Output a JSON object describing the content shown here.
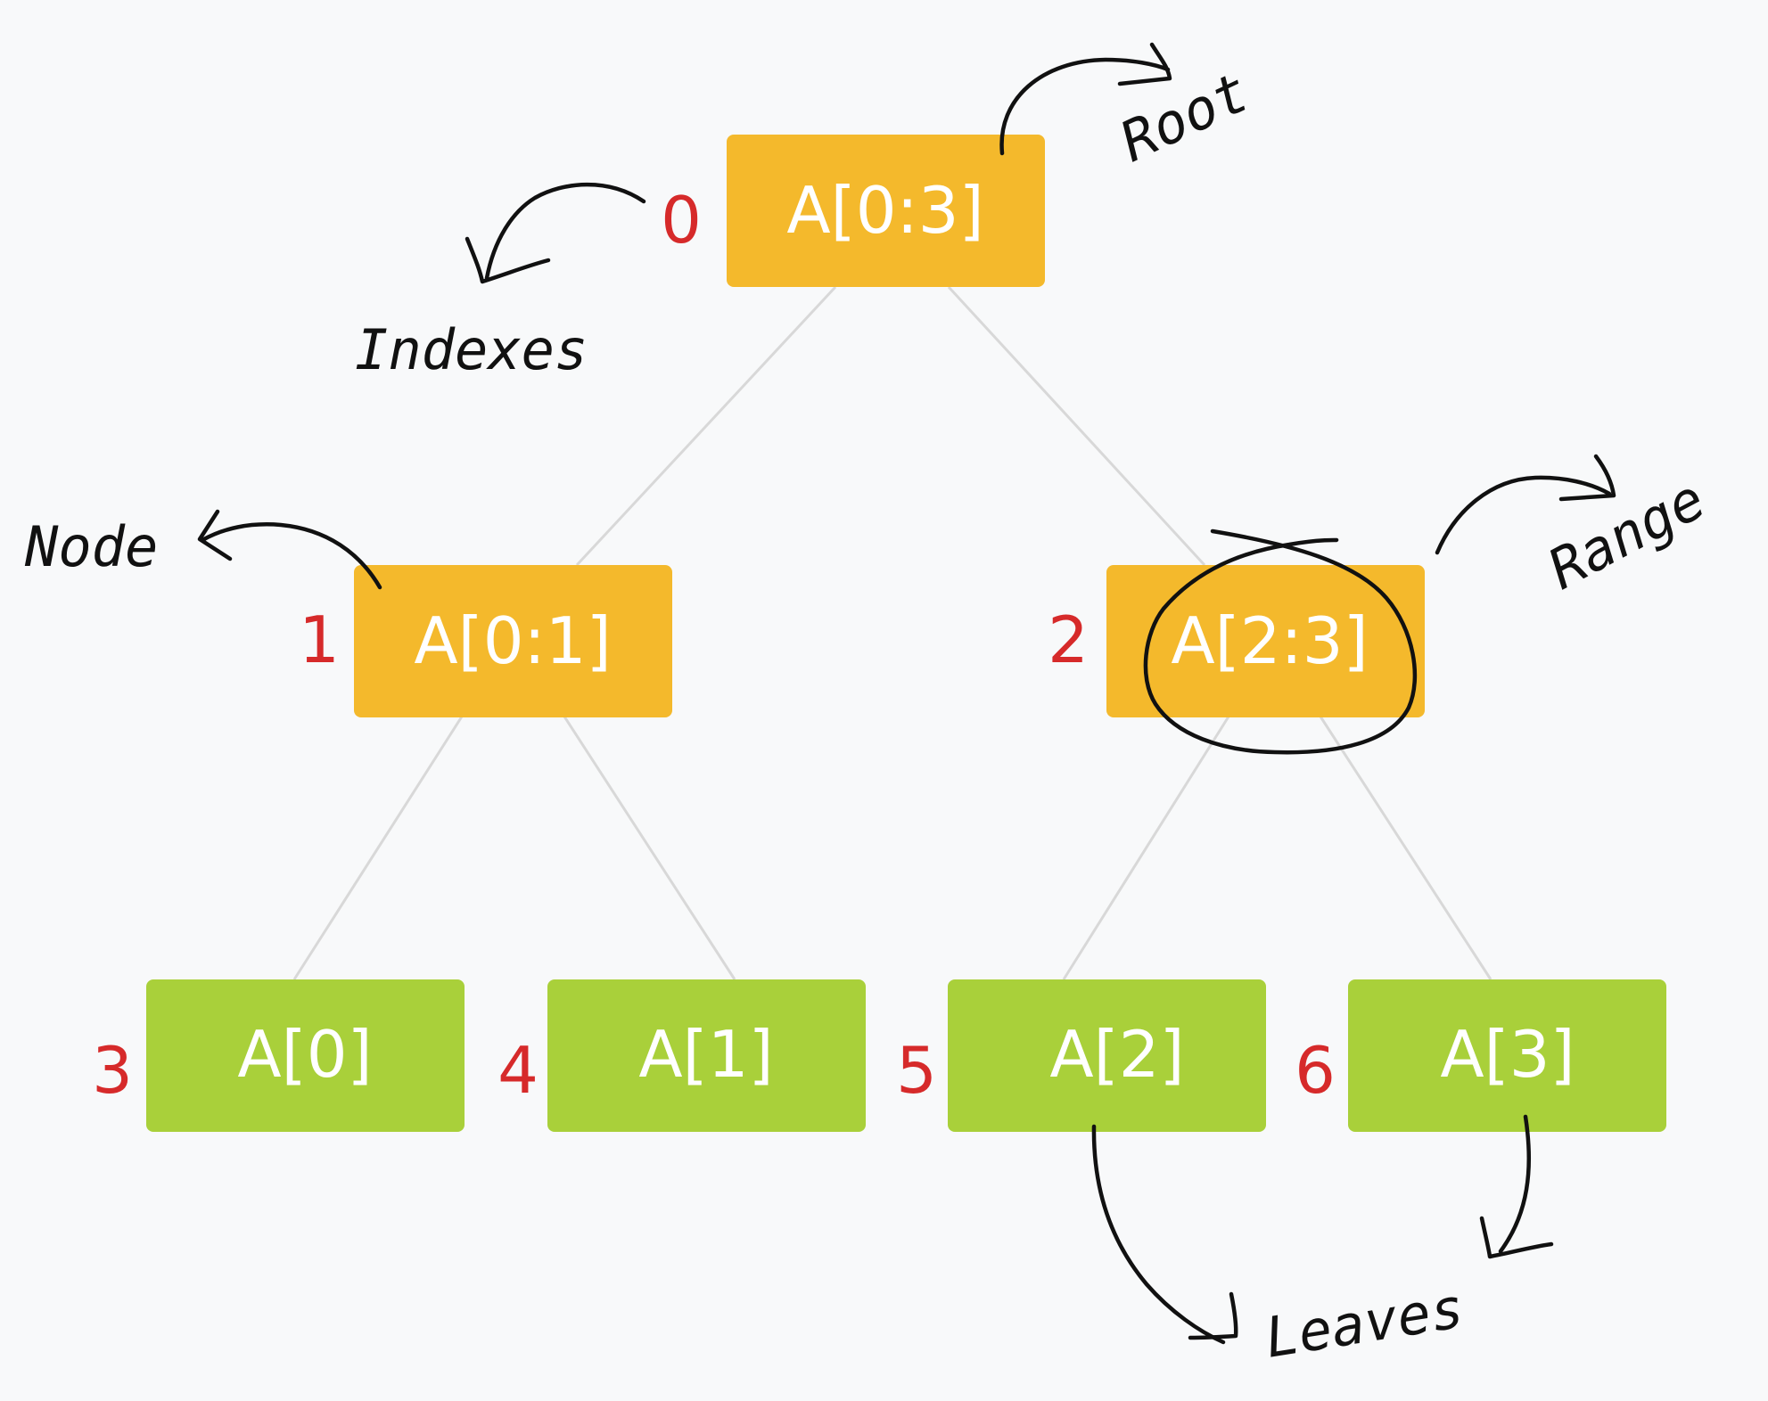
{
  "colors": {
    "background": "#f8f9fa",
    "internal_node": "#f4b92c",
    "leaf_node": "#a9d03a",
    "index_text": "#d62a2a",
    "node_text": "#ffffff",
    "edge": "#d8d8d8",
    "annotation_ink": "#111111"
  },
  "tree": {
    "nodes": [
      {
        "index": "0",
        "label": "A[0:3]",
        "kind": "internal"
      },
      {
        "index": "1",
        "label": "A[0:1]",
        "kind": "internal"
      },
      {
        "index": "2",
        "label": "A[2:3]",
        "kind": "internal"
      },
      {
        "index": "3",
        "label": "A[0]",
        "kind": "leaf"
      },
      {
        "index": "4",
        "label": "A[1]",
        "kind": "leaf"
      },
      {
        "index": "5",
        "label": "A[2]",
        "kind": "leaf"
      },
      {
        "index": "6",
        "label": "A[3]",
        "kind": "leaf"
      }
    ],
    "edges": [
      [
        "0",
        "1"
      ],
      [
        "0",
        "2"
      ],
      [
        "1",
        "3"
      ],
      [
        "1",
        "4"
      ],
      [
        "2",
        "5"
      ],
      [
        "2",
        "6"
      ]
    ]
  },
  "annotations": {
    "root": "Root",
    "indexes": "Indexes",
    "node": "Node",
    "range": "Range",
    "leaves": "Leaves"
  }
}
